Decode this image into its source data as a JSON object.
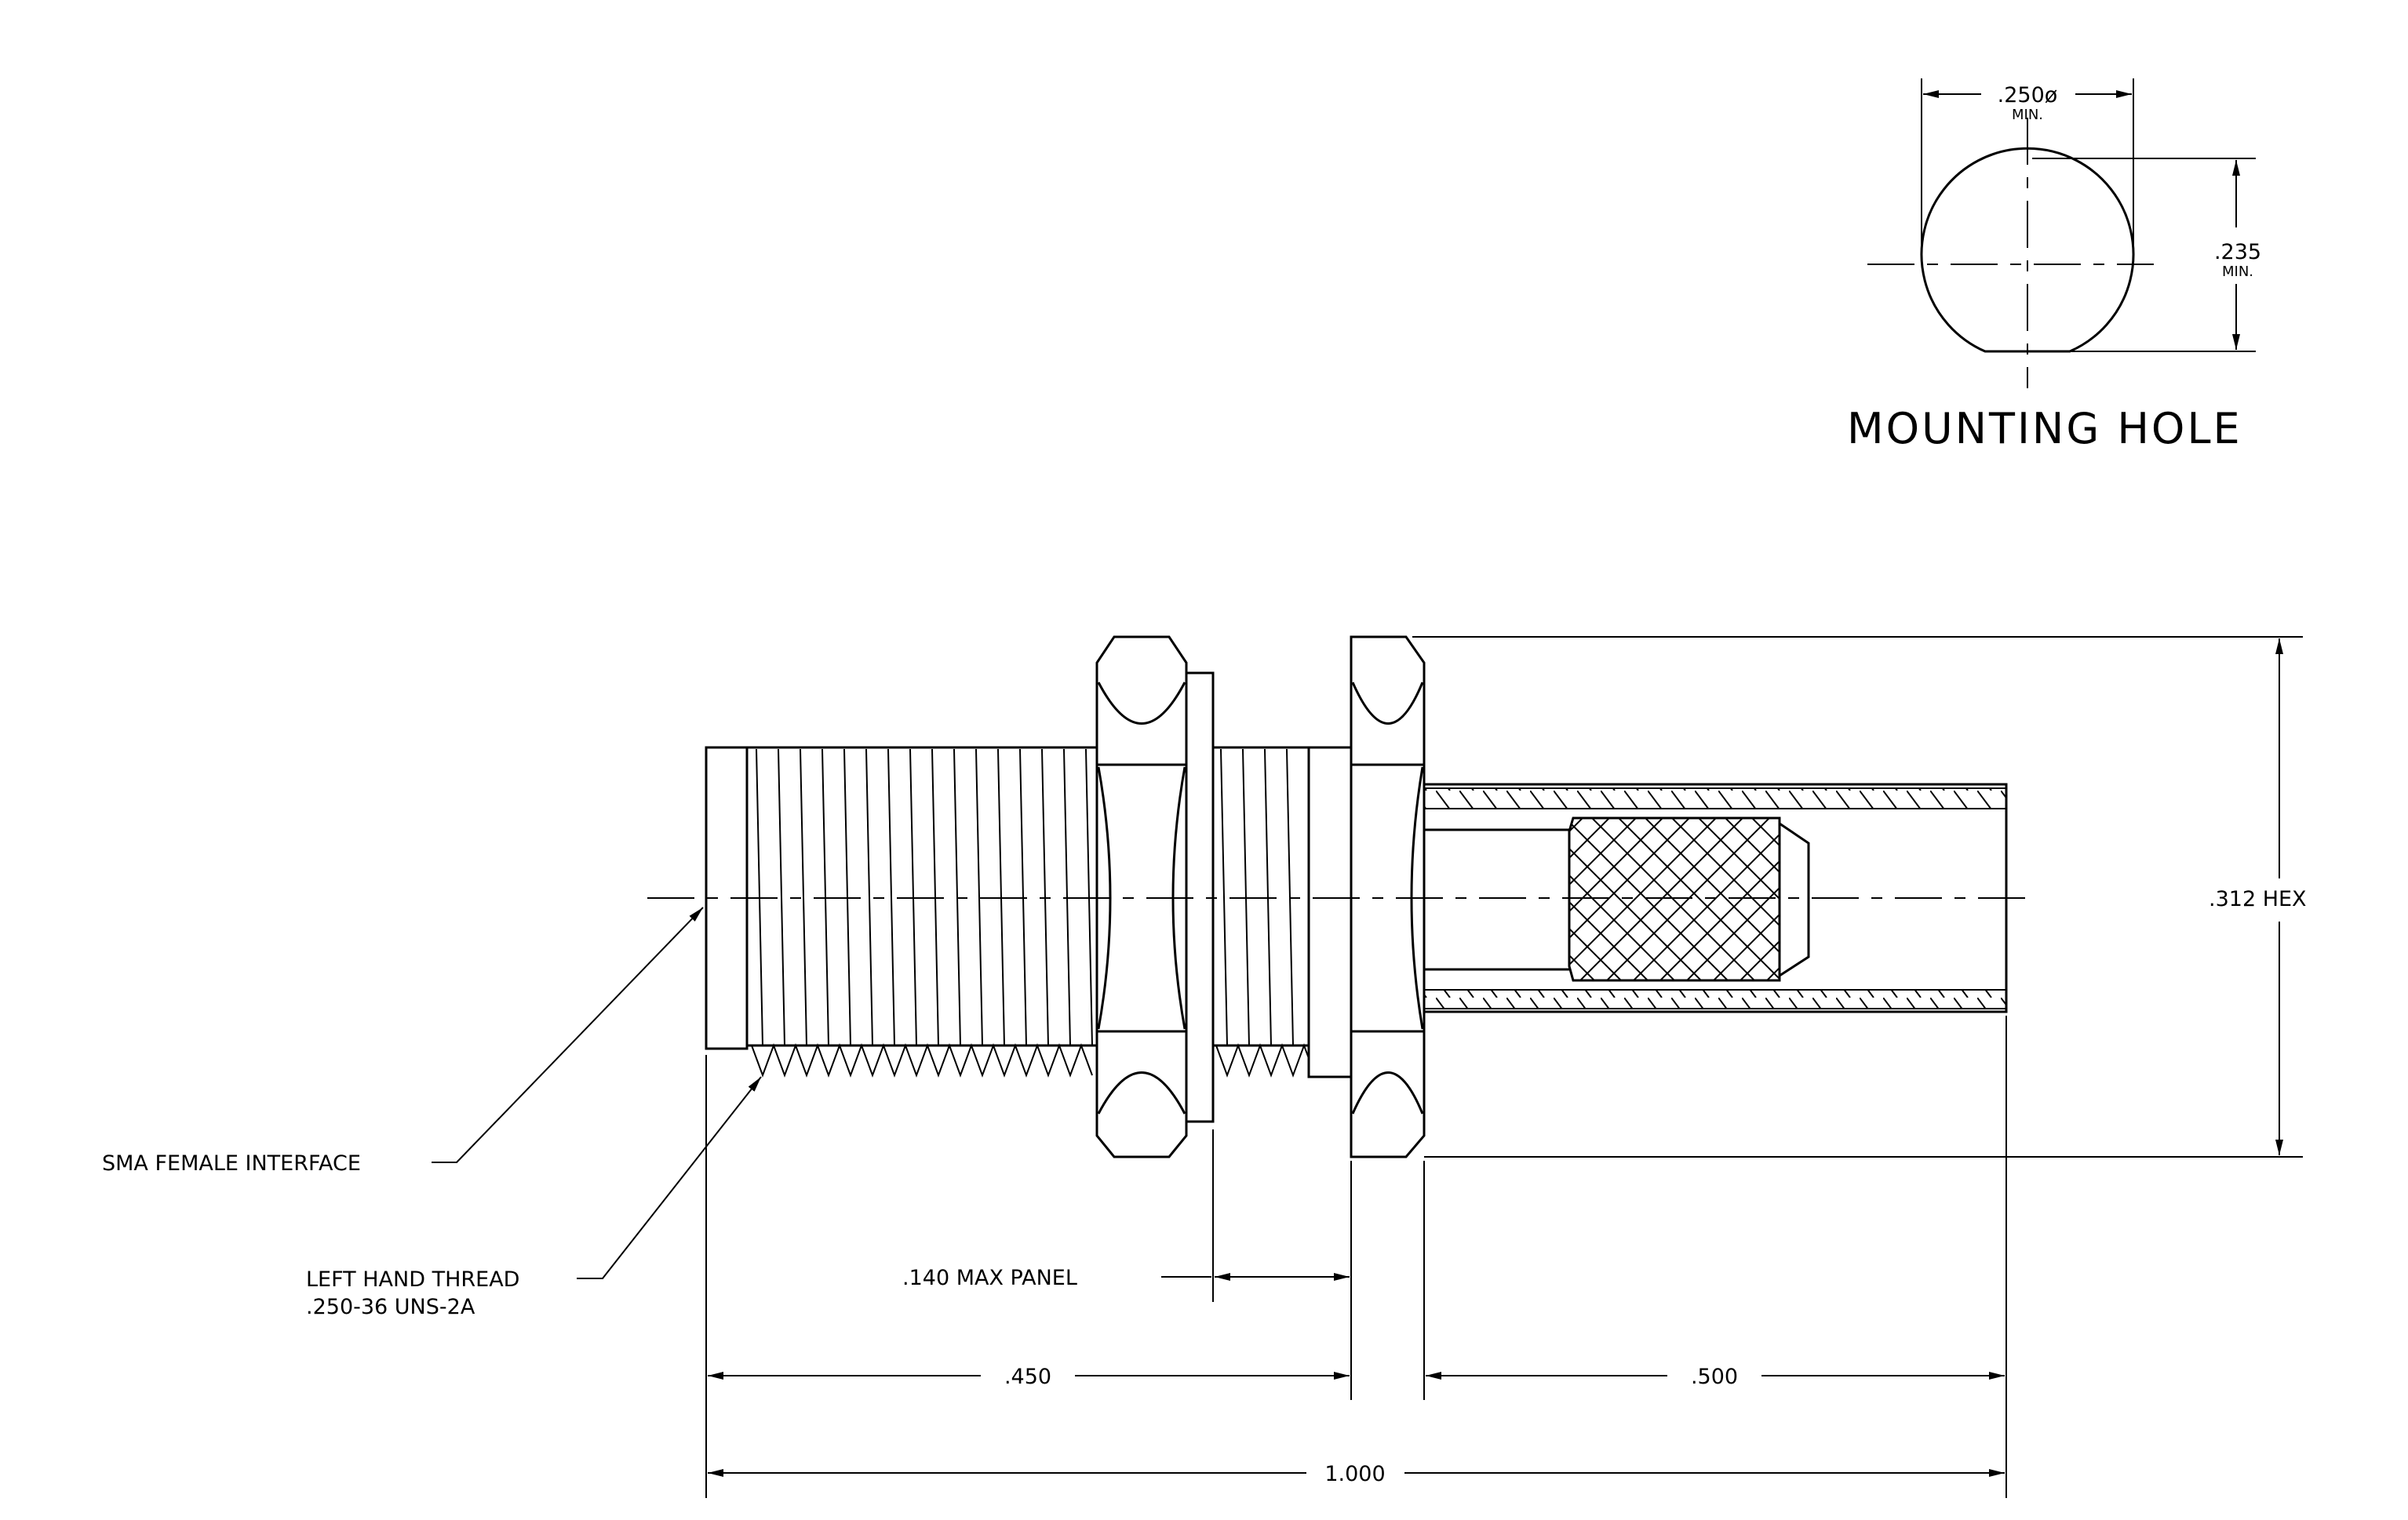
{
  "mounting_hole": {
    "title": "MOUNTING HOLE",
    "dia_value": ".250ø",
    "dia_note": "MIN.",
    "flat_value": ".235",
    "flat_note": "MIN."
  },
  "callouts": {
    "interface": "SMA FEMALE INTERFACE",
    "thread_line1": "LEFT HAND THREAD",
    "thread_line2": ".250-36 UNS-2A",
    "panel": ".140 MAX PANEL",
    "hex": ".312 HEX"
  },
  "dimensions": {
    "front": ".450",
    "rear": ".500",
    "overall": "1.000"
  }
}
